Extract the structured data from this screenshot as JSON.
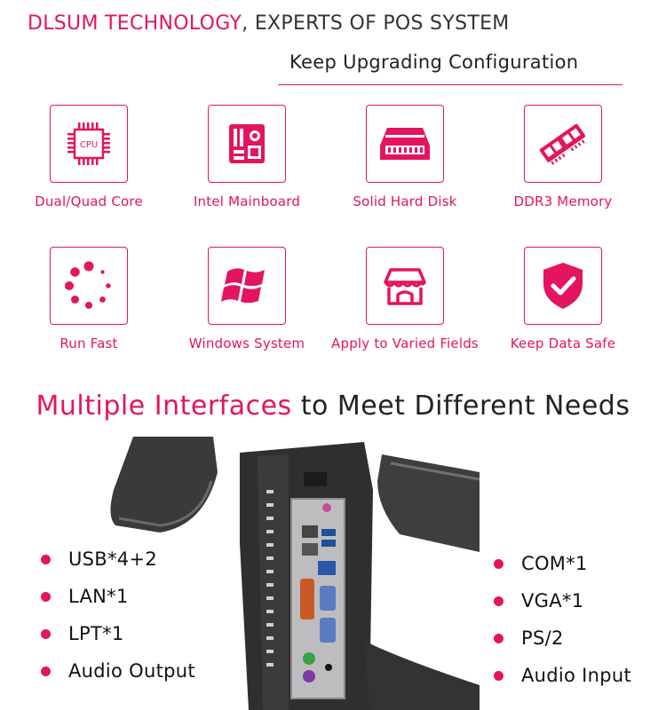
{
  "header": {
    "brand": "DLSUM TECHNOLOGY",
    "rest": ", EXPERTS OF POS SYSTEM"
  },
  "subtitle": "Keep Upgrading Configuration",
  "features": [
    {
      "label": "Dual/Quad Core",
      "icon": "cpu-icon",
      "icon_text": "CPU"
    },
    {
      "label": "Intel Mainboard",
      "icon": "mainboard-icon"
    },
    {
      "label": "Solid Hard Disk",
      "icon": "hard-disk-icon"
    },
    {
      "label": "DDR3 Memory",
      "icon": "memory-icon"
    },
    {
      "label": "Run Fast",
      "icon": "loading-spinner-icon"
    },
    {
      "label": "Windows System",
      "icon": "windows-logo-icon"
    },
    {
      "label": "Apply to Varied Fields",
      "icon": "storefront-icon"
    },
    {
      "label": "Keep Data Safe",
      "icon": "shield-check-icon"
    }
  ],
  "interfaces": {
    "highlight": "Multiple Interfaces",
    "rest": " to Meet Different Needs"
  },
  "ports_left": [
    "USB*4+2",
    "LAN*1",
    "LPT*1",
    "Audio Output"
  ],
  "ports_right": [
    "COM*1",
    "VGA*1",
    "PS/2",
    "Audio Input"
  ],
  "colors": {
    "accent": "#e4145f",
    "text": "#222222"
  }
}
